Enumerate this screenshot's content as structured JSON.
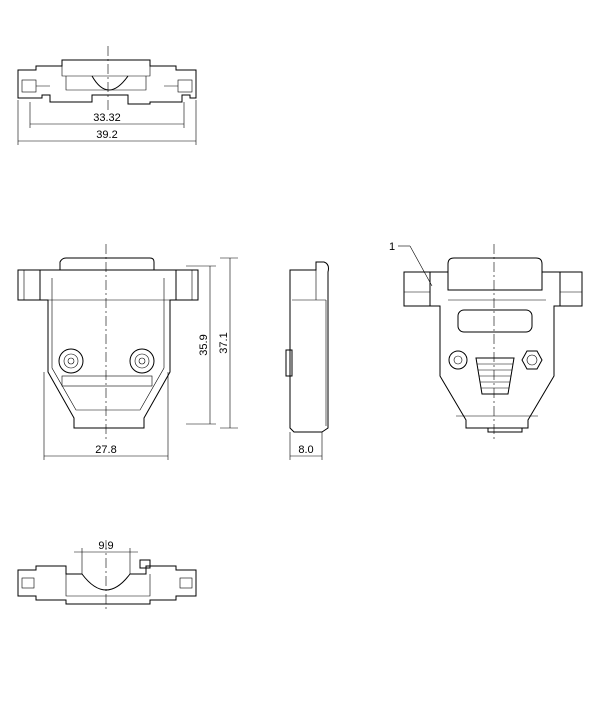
{
  "dimensions": {
    "top_inner_width": "33.32",
    "top_outer_width": "39.2",
    "front_body_height": "35.9",
    "front_overall_height": "37.1",
    "front_width": "27.8",
    "side_depth": "8.0",
    "bottom_cable_width": "9.9"
  },
  "callouts": {
    "part_1": "1"
  }
}
